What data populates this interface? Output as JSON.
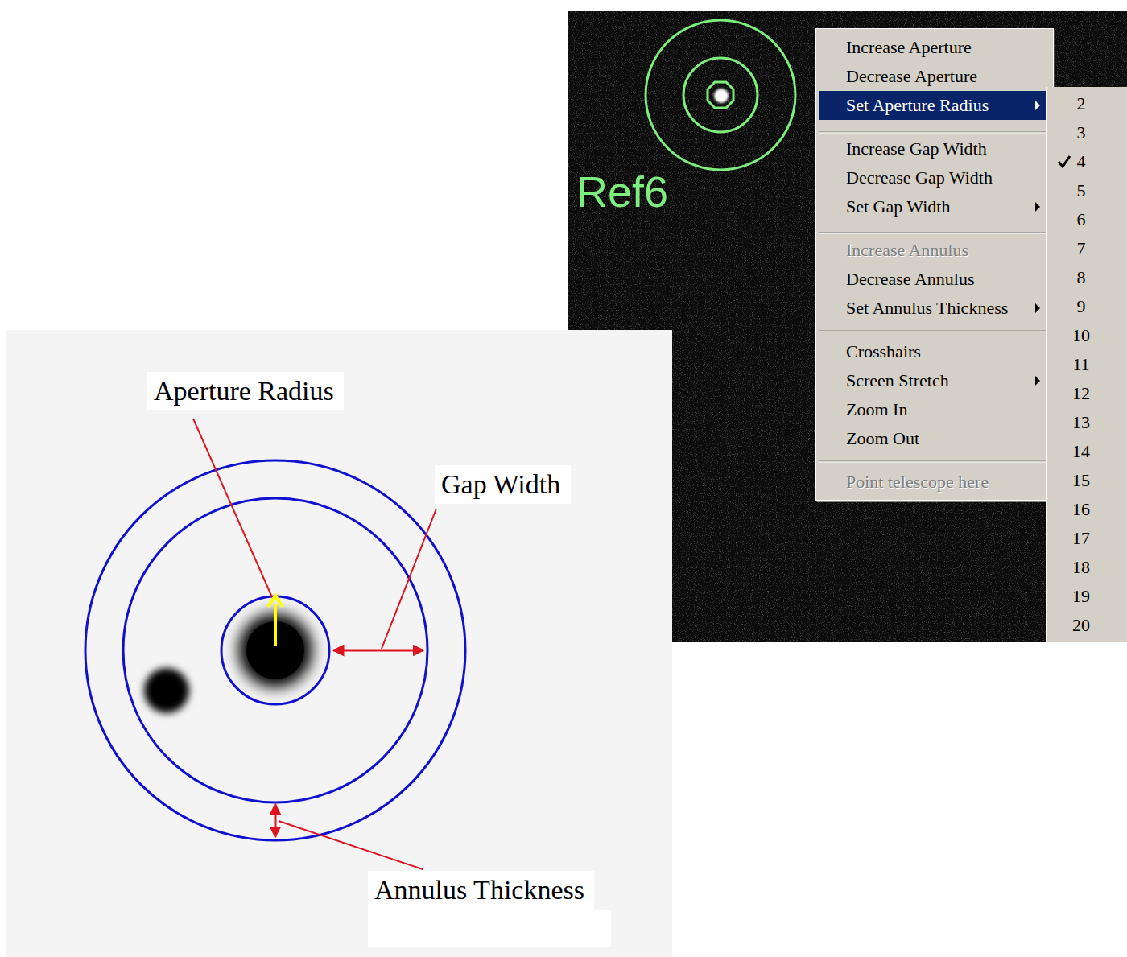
{
  "diagram": {
    "nodes": [
      {
        "text": [
          "Increase Aperture",
          "Decrease Aperture",
          "Set Aperture Radius",
          "Increase Gap Width",
          "Decrease Gap Width",
          "Set Gap Width",
          "Increase Annulus",
          "Decrease Annulus",
          "Set Annulus Thickness",
          "Crosshairs",
          "Screen Stretch",
          "Zoom In",
          "Zoom Out",
          "Point telescope here"
        ]
      },
      {
        "text": [
          "2",
          "3",
          "4",
          "5",
          "6",
          "7",
          "8",
          "9",
          "10",
          "11",
          "12",
          "13",
          "14",
          "15",
          "16",
          "17",
          "18",
          "19",
          "20"
        ]
      },
      {
        "text": [
          "Aperture Radius"
        ]
      },
      {
        "text": [
          "Gap Width"
        ]
      },
      {
        "text": [
          "Annulus Thickness"
        ]
      }
    ],
    "labels": [
      "Ref6"
    ]
  }
}
